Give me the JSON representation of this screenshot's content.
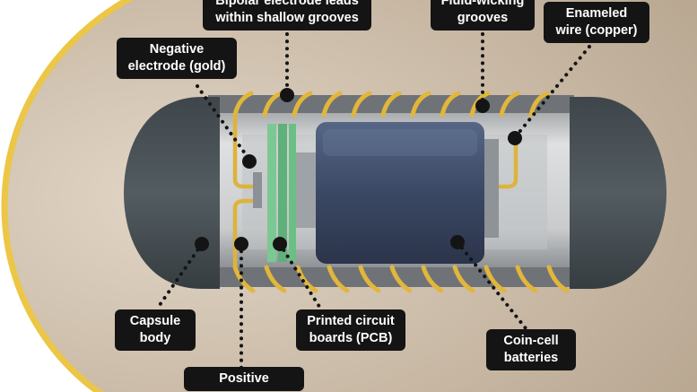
{
  "diagram": {
    "labels": {
      "bipolar_leads": {
        "line1": "Bipolar electrode leads",
        "line2": "within shallow grooves"
      },
      "fluid_wicking": {
        "line1": "Fluid-wicking",
        "line2": "grooves"
      },
      "enameled_wire": {
        "line1": "Enameled",
        "line2": "wire (copper)"
      },
      "negative_electrode": {
        "line1": "Negative",
        "line2": "electrode (gold)"
      },
      "capsule_body": {
        "line1": "Capsule",
        "line2": "body"
      },
      "pcb": {
        "line1": "Printed circuit",
        "line2": "boards (PCB)"
      },
      "coin_cell": {
        "line1": "Coin-cell",
        "line2": "batteries"
      },
      "positive_electrode": {
        "line1": "Positive",
        "line2": ""
      }
    },
    "colors": {
      "background": "#d7c9b6",
      "outline": "#ecc646",
      "capsule_cap": "#434b50",
      "capsule_body": "#cfd1d2",
      "groove_band": "#6b6f73",
      "electrode_gold": "#ddb33a",
      "pcb_green": "#6cbf84",
      "battery": "#3e4d6a",
      "label_bg": "#141414",
      "label_text": "#ffffff"
    }
  }
}
